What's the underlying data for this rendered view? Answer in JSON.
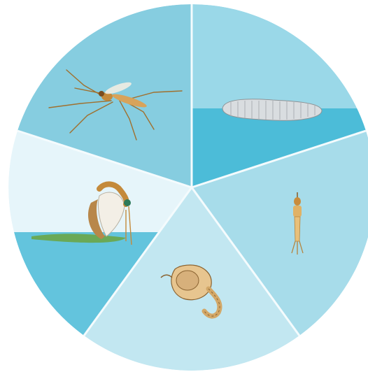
{
  "diagram": {
    "kind": "mosquito life cycle wheel",
    "segments": [
      {
        "id": "adult",
        "stage_icon": "adult-mosquito-icon",
        "color": "#86cde0",
        "water_color": "#86cde0"
      },
      {
        "id": "eggs",
        "stage_icon": "egg-raft-icon",
        "color": "#9ad8e8",
        "water_color": "#4cbcd8"
      },
      {
        "id": "larva",
        "stage_icon": "larva-icon",
        "color": "#a7dcea",
        "water_color": "#a7dcea"
      },
      {
        "id": "pupa",
        "stage_icon": "pupa-icon",
        "color": "#c2e7f1",
        "water_color": "#c2e7f1"
      },
      {
        "id": "emergence",
        "stage_icon": "emerging-adult-icon",
        "color": "#e6f5fa",
        "water_color": "#63c4dd"
      }
    ],
    "divider_color": "#f4fbfd"
  }
}
